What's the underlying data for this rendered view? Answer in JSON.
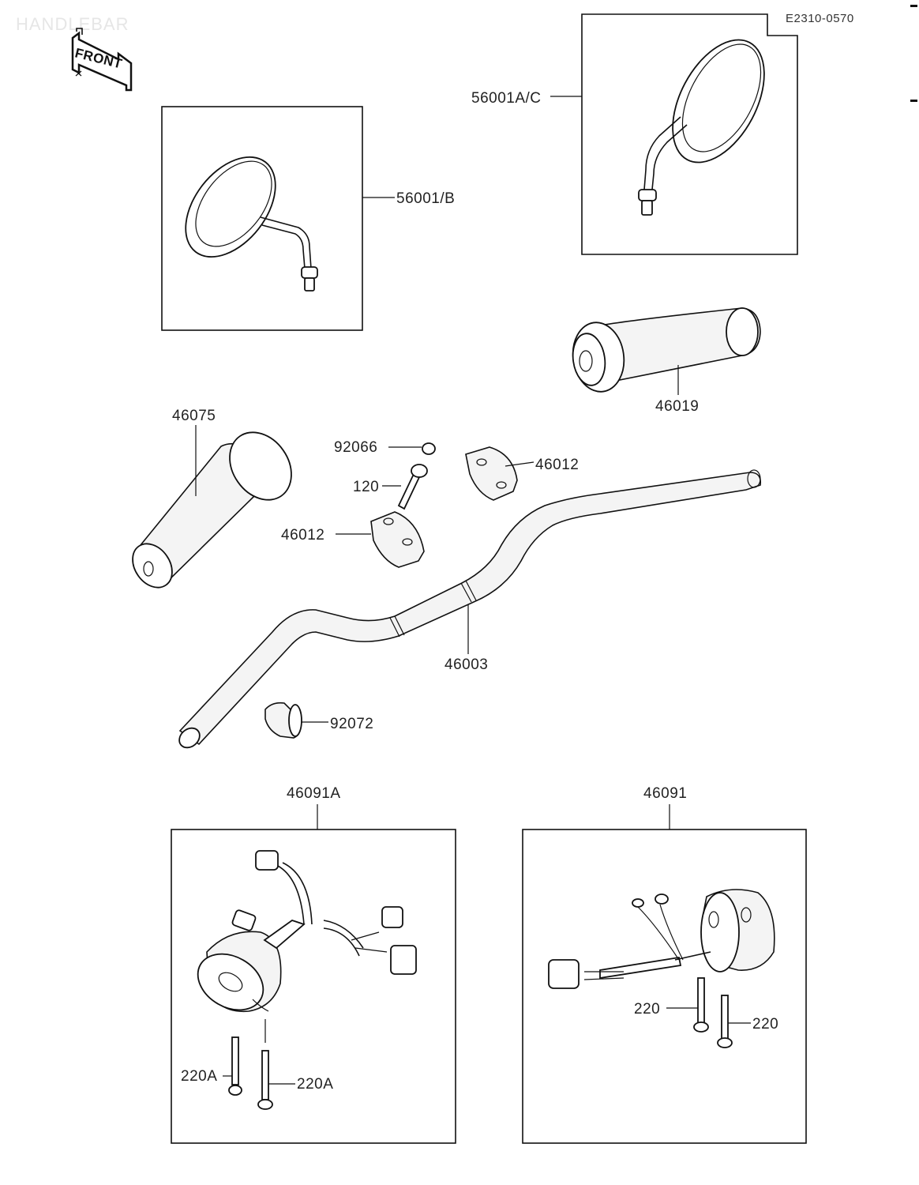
{
  "header": {
    "title": "HANDLEBAR",
    "front_mark": "FRONT",
    "ref_code": "E2310-0570"
  },
  "parts": {
    "p56001ac": "56001A/C",
    "p56001b": "56001/B",
    "p46019": "46019",
    "p46075": "46075",
    "p92066": "92066",
    "p120": "120",
    "p46012_top": "46012",
    "p46012_left": "46012",
    "p46003": "46003",
    "p92072": "92072",
    "p46091a": "46091A",
    "p46091": "46091",
    "p220_left": "220",
    "p220_right": "220",
    "p220a_left": "220A",
    "p220a_right": "220A"
  }
}
